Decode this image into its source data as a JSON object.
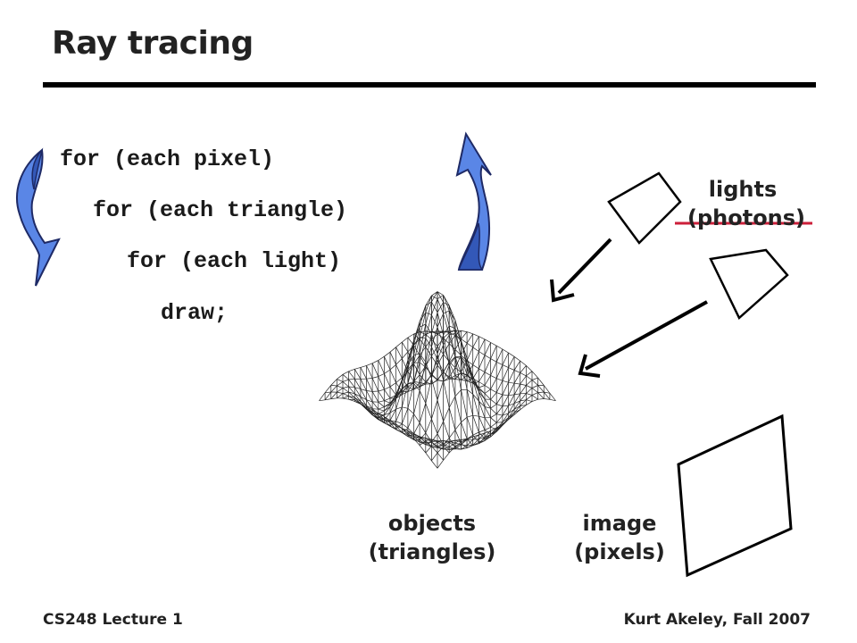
{
  "slide": {
    "title": "Ray tracing",
    "code_lines": [
      "for (each pixel)",
      "for (each triangle)",
      "for (each light)",
      "draw;"
    ],
    "labels": {
      "lights": "lights",
      "photons": "(photons)",
      "objects": "objects",
      "triangles": "(triangles)",
      "image": "image",
      "pixels": "(pixels)"
    },
    "footer": {
      "left": "CS248 Lecture 1",
      "right": "Kurt Akeley, Fall 2007"
    }
  },
  "colors": {
    "loop_arrow_fill": "#5a86e6",
    "loop_arrow_stroke": "#1e2a66",
    "strike": "#cc1f3a"
  },
  "icons": [
    "loop-arrow-left-icon",
    "loop-arrow-right-icon",
    "light-quad-icon",
    "arrow-icon",
    "mesh-surface-icon",
    "image-plane-icon"
  ]
}
